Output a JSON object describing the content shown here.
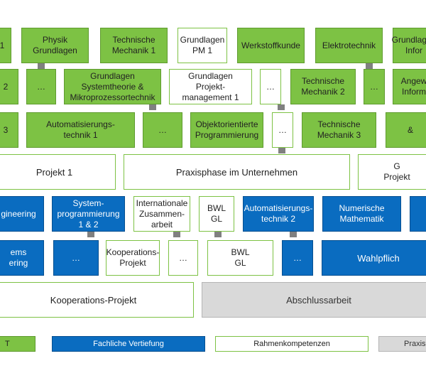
{
  "row1": {
    "c0": "1",
    "c1": "Physik\nGrundlagen",
    "c2": "Technische\nMechanik  1",
    "c3": "Grundlagen\nPM 1",
    "c4": "Werkstoffkunde",
    "c5": "Elektrotechnik",
    "c6": "Grundlagen\nInfor"
  },
  "row2": {
    "c0": "2",
    "c1": "…",
    "c2": "Grundlagen\nSystemtheorie &\nMikroprozessortechnik",
    "c3": "Grundlagen\nProjekt-\nmanagement 1",
    "c4": "…",
    "c5": "Technische\nMechanik  2",
    "c6": "…",
    "c7": "Angew\nInform"
  },
  "row3": {
    "c0": "3",
    "c1": "Automatisierungs-\ntechnik  1",
    "c2": "…",
    "c3": "Objektorientierte\nProgrammierung",
    "c4": "…",
    "c5": "Technische\nMechanik  3",
    "c6": "&"
  },
  "row4": {
    "c0": "Projekt  1",
    "c1": "Praxisphase  im Unternehmen",
    "c2": "G\nProjekt"
  },
  "row5": {
    "c0": "gineering",
    "c1": "System-\nprogrammierung\n1 & 2",
    "c2": "Internationale\nZusammen-\narbeit",
    "c3": "BWL\nGL",
    "c4": "Automatisierungs-\ntechnik 2",
    "c5": "Numerische\nMathematik"
  },
  "row6": {
    "c0": "ems\nering",
    "c1": "…",
    "c2": "Kooperations-\nProjekt",
    "c3": "…",
    "c4": "BWL\nGL",
    "c5": "…",
    "c6": "Wahlpflich"
  },
  "row7": {
    "c0": "Kooperations-Projekt",
    "c1": "Abschlussarbeit"
  },
  "legend": {
    "l0": "T",
    "l1": "Fachliche Vertiefung",
    "l2": "Rahmenkompetenzen",
    "l3": "Praxisp"
  },
  "colors": {
    "green": "#7dc244",
    "blue": "#0a6cc0",
    "white": "#ffffff",
    "grey": "#d9d9d9",
    "connector": "#808080"
  }
}
